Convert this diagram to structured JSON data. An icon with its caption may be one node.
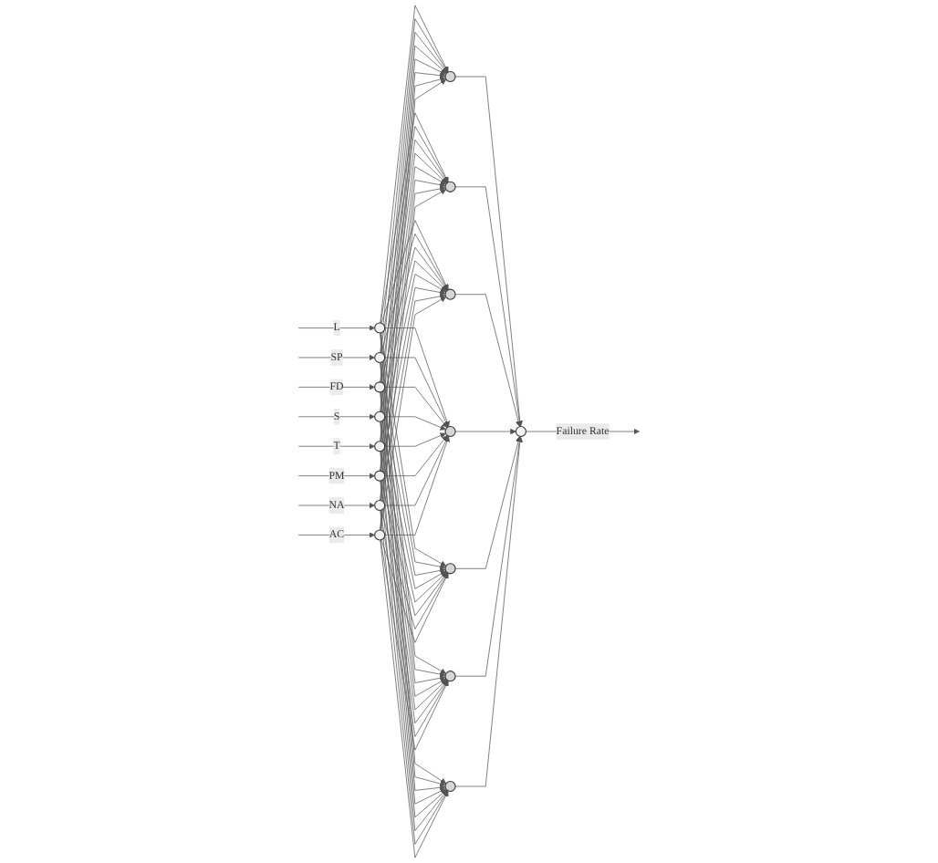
{
  "diagram": {
    "nodes": [
      {
        "text": [],
        "shape": "circle"
      },
      {
        "text": [],
        "shape": "circle"
      },
      {
        "text": [],
        "shape": "circle"
      },
      {
        "text": [],
        "shape": "circle"
      },
      {
        "text": [],
        "shape": "circle"
      },
      {
        "text": [],
        "shape": "circle"
      },
      {
        "text": [],
        "shape": "circle"
      },
      {
        "text": [],
        "shape": "circle"
      },
      {
        "text": [],
        "shape": "circle"
      },
      {
        "text": [],
        "shape": "circle"
      },
      {
        "text": [],
        "shape": "circle"
      },
      {
        "text": [],
        "shape": "circle"
      },
      {
        "text": [],
        "shape": "circle"
      },
      {
        "text": [],
        "shape": "circle"
      },
      {
        "text": [],
        "shape": "circle"
      },
      {
        "text": [],
        "shape": "circle"
      }
    ],
    "edges": [
      {
        "from": null,
        "to": 0,
        "arrow": "to",
        "label": "L"
      },
      {
        "from": null,
        "to": 1,
        "arrow": "to",
        "label": "SP"
      },
      {
        "from": null,
        "to": 2,
        "arrow": "to",
        "label": "FD"
      },
      {
        "from": null,
        "to": 3,
        "arrow": "to",
        "label": "S"
      },
      {
        "from": null,
        "to": 4,
        "arrow": "to",
        "label": "T"
      },
      {
        "from": null,
        "to": 5,
        "arrow": "to",
        "label": "PM"
      },
      {
        "from": null,
        "to": 6,
        "arrow": "to",
        "label": "NA"
      },
      {
        "from": null,
        "to": 7,
        "arrow": "to",
        "label": "AC"
      },
      {
        "from": 0,
        "to": 8,
        "arrow": "to"
      },
      {
        "from": 0,
        "to": 9,
        "arrow": "to"
      },
      {
        "from": 0,
        "to": 10,
        "arrow": "to"
      },
      {
        "from": 0,
        "to": 11,
        "arrow": "to"
      },
      {
        "from": 0,
        "to": 12,
        "arrow": "to"
      },
      {
        "from": 0,
        "to": 13,
        "arrow": "to"
      },
      {
        "from": 0,
        "to": 14,
        "arrow": "to"
      },
      {
        "from": 1,
        "to": 8,
        "arrow": "to"
      },
      {
        "from": 1,
        "to": 9,
        "arrow": "to"
      },
      {
        "from": 1,
        "to": 10,
        "arrow": "to"
      },
      {
        "from": 1,
        "to": 11,
        "arrow": "to"
      },
      {
        "from": 1,
        "to": 12,
        "arrow": "to"
      },
      {
        "from": 1,
        "to": 13,
        "arrow": "to"
      },
      {
        "from": 1,
        "to": 14,
        "arrow": "to"
      },
      {
        "from": 2,
        "to": 8,
        "arrow": "to"
      },
      {
        "from": 2,
        "to": 9,
        "arrow": "to"
      },
      {
        "from": 2,
        "to": 10,
        "arrow": "to"
      },
      {
        "from": 2,
        "to": 11,
        "arrow": "to"
      },
      {
        "from": 2,
        "to": 12,
        "arrow": "to"
      },
      {
        "from": 2,
        "to": 13,
        "arrow": "to"
      },
      {
        "from": 2,
        "to": 14,
        "arrow": "to"
      },
      {
        "from": 3,
        "to": 8,
        "arrow": "to"
      },
      {
        "from": 3,
        "to": 9,
        "arrow": "to"
      },
      {
        "from": 3,
        "to": 10,
        "arrow": "to"
      },
      {
        "from": 3,
        "to": 11,
        "arrow": "to"
      },
      {
        "from": 3,
        "to": 12,
        "arrow": "to"
      },
      {
        "from": 3,
        "to": 13,
        "arrow": "to"
      },
      {
        "from": 3,
        "to": 14,
        "arrow": "to"
      },
      {
        "from": 4,
        "to": 8,
        "arrow": "to"
      },
      {
        "from": 4,
        "to": 9,
        "arrow": "to"
      },
      {
        "from": 4,
        "to": 10,
        "arrow": "to"
      },
      {
        "from": 4,
        "to": 11,
        "arrow": "to"
      },
      {
        "from": 4,
        "to": 12,
        "arrow": "to"
      },
      {
        "from": 4,
        "to": 13,
        "arrow": "to"
      },
      {
        "from": 4,
        "to": 14,
        "arrow": "to"
      },
      {
        "from": 5,
        "to": 8,
        "arrow": "to"
      },
      {
        "from": 5,
        "to": 9,
        "arrow": "to"
      },
      {
        "from": 5,
        "to": 10,
        "arrow": "to"
      },
      {
        "from": 5,
        "to": 11,
        "arrow": "to"
      },
      {
        "from": 5,
        "to": 12,
        "arrow": "to"
      },
      {
        "from": 5,
        "to": 13,
        "arrow": "to"
      },
      {
        "from": 5,
        "to": 14,
        "arrow": "to"
      },
      {
        "from": 6,
        "to": 8,
        "arrow": "to"
      },
      {
        "from": 6,
        "to": 9,
        "arrow": "to"
      },
      {
        "from": 6,
        "to": 10,
        "arrow": "to"
      },
      {
        "from": 6,
        "to": 11,
        "arrow": "to"
      },
      {
        "from": 6,
        "to": 12,
        "arrow": "to"
      },
      {
        "from": 6,
        "to": 13,
        "arrow": "to"
      },
      {
        "from": 6,
        "to": 14,
        "arrow": "to"
      },
      {
        "from": 7,
        "to": 8,
        "arrow": "to"
      },
      {
        "from": 7,
        "to": 9,
        "arrow": "to"
      },
      {
        "from": 7,
        "to": 10,
        "arrow": "to"
      },
      {
        "from": 7,
        "to": 11,
        "arrow": "to"
      },
      {
        "from": 7,
        "to": 12,
        "arrow": "to"
      },
      {
        "from": 7,
        "to": 13,
        "arrow": "to"
      },
      {
        "from": 7,
        "to": 14,
        "arrow": "to"
      },
      {
        "from": 8,
        "to": 15,
        "arrow": "to"
      },
      {
        "from": 9,
        "to": 15,
        "arrow": "to"
      },
      {
        "from": 10,
        "to": 15,
        "arrow": "to"
      },
      {
        "from": 11,
        "to": 15,
        "arrow": "to"
      },
      {
        "from": 12,
        "to": 15,
        "arrow": "to"
      },
      {
        "from": 13,
        "to": 15,
        "arrow": "to"
      },
      {
        "from": 14,
        "to": 15,
        "arrow": "to"
      },
      {
        "from": 15,
        "to": null,
        "arrow": "to",
        "label": "Failure Rate"
      }
    ]
  }
}
